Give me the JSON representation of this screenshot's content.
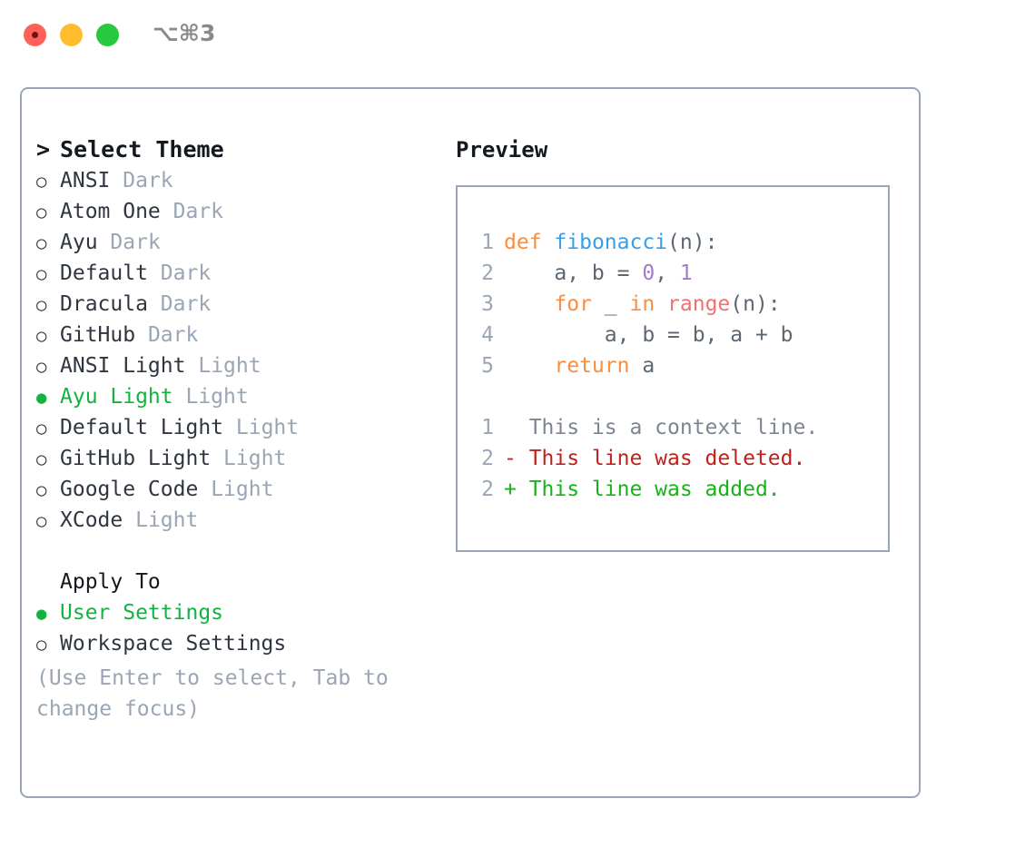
{
  "titlebar": {
    "shortcut": "⌥⌘3",
    "buttons": {
      "close": "close",
      "minimize": "minimize",
      "maximize": "maximize"
    }
  },
  "theme_menu": {
    "header_marker": ">",
    "header": "Select Theme",
    "items": [
      {
        "marker": "○",
        "name": "ANSI",
        "tag": "Dark",
        "selected": false
      },
      {
        "marker": "○",
        "name": "Atom One",
        "tag": "Dark",
        "selected": false
      },
      {
        "marker": "○",
        "name": "Ayu",
        "tag": "Dark",
        "selected": false
      },
      {
        "marker": "○",
        "name": "Default",
        "tag": "Dark",
        "selected": false
      },
      {
        "marker": "○",
        "name": "Dracula",
        "tag": "Dark",
        "selected": false
      },
      {
        "marker": "○",
        "name": "GitHub",
        "tag": "Dark",
        "selected": false
      },
      {
        "marker": "○",
        "name": "ANSI Light",
        "tag": "Light",
        "selected": false
      },
      {
        "marker": "●",
        "name": "Ayu Light",
        "tag": "Light",
        "selected": true
      },
      {
        "marker": "○",
        "name": "Default Light",
        "tag": "Light",
        "selected": false
      },
      {
        "marker": "○",
        "name": "GitHub Light",
        "tag": "Light",
        "selected": false
      },
      {
        "marker": "○",
        "name": "Google Code",
        "tag": "Light",
        "selected": false
      },
      {
        "marker": "○",
        "name": "XCode",
        "tag": "Light",
        "selected": false
      }
    ]
  },
  "apply_to": {
    "header": "Apply To",
    "items": [
      {
        "marker": "●",
        "name": "User Settings",
        "selected": true
      },
      {
        "marker": "○",
        "name": "Workspace Settings",
        "selected": false
      }
    ]
  },
  "hint": "(Use Enter to select, Tab to change focus)",
  "preview": {
    "title": "Preview",
    "code_lines": [
      {
        "no": "1",
        "tokens": [
          {
            "t": "def",
            "c": "kw"
          },
          {
            "t": " ",
            "c": "plain"
          },
          {
            "t": "fibonacci",
            "c": "fn"
          },
          {
            "t": "(n):",
            "c": "plain"
          }
        ]
      },
      {
        "no": "2",
        "tokens": [
          {
            "t": "    a, b = ",
            "c": "plain"
          },
          {
            "t": "0",
            "c": "num"
          },
          {
            "t": ", ",
            "c": "plain"
          },
          {
            "t": "1",
            "c": "num"
          }
        ]
      },
      {
        "no": "3",
        "tokens": [
          {
            "t": "    ",
            "c": "plain"
          },
          {
            "t": "for",
            "c": "kw"
          },
          {
            "t": " _ ",
            "c": "plain"
          },
          {
            "t": "in",
            "c": "kw"
          },
          {
            "t": " ",
            "c": "plain"
          },
          {
            "t": "range",
            "c": "call"
          },
          {
            "t": "(n):",
            "c": "plain"
          }
        ]
      },
      {
        "no": "4",
        "tokens": [
          {
            "t": "        a, b = b, a + b",
            "c": "plain"
          }
        ]
      },
      {
        "no": "5",
        "tokens": [
          {
            "t": "    ",
            "c": "plain"
          },
          {
            "t": "return",
            "c": "kw"
          },
          {
            "t": " a",
            "c": "plain"
          }
        ]
      }
    ],
    "diff_lines": [
      {
        "no": "1",
        "tokens": [
          {
            "t": "  This is a context line.",
            "c": "ctx"
          }
        ]
      },
      {
        "no": "2",
        "tokens": [
          {
            "t": "- This line was deleted.",
            "c": "del"
          }
        ]
      },
      {
        "no": "2",
        "tokens": [
          {
            "t": "+ This line was added.",
            "c": "add"
          }
        ]
      }
    ]
  },
  "colors": {
    "selected_green": "#14b341",
    "muted_gray": "#9aa5b5",
    "border": "#9aa5b5",
    "keyword_orange": "#fa8d3e",
    "function_blue": "#399ee6",
    "number_purple": "#a37acc",
    "call_red": "#f07171",
    "diff_deleted": "#c2201b",
    "diff_added": "#17b318",
    "traffic_red": "#ff6159",
    "traffic_yellow": "#ffbd2e",
    "traffic_green": "#28c83f"
  }
}
